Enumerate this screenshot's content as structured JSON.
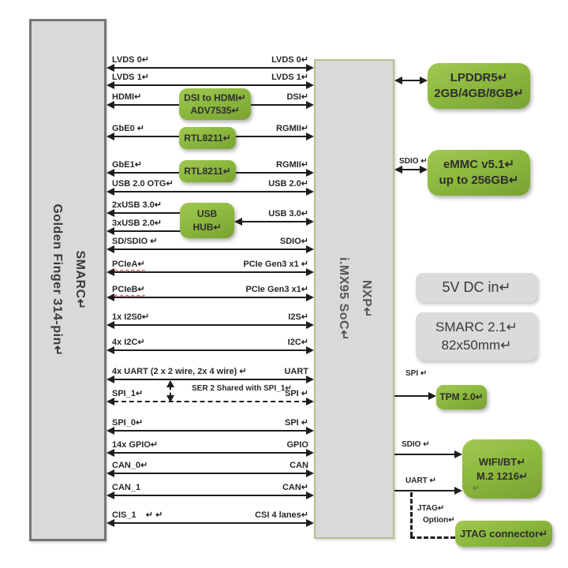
{
  "smarc_box": {
    "line1": "SMARC↵",
    "line2": "Golden Finger 314-pin↵"
  },
  "soc_box": {
    "line1": "NXP↵",
    "line2": "i.MX95 SoC↵"
  },
  "rows": [
    {
      "left": "LVDS 0↵",
      "right": "LVDS 0↵"
    },
    {
      "left": "LVDS 1↵",
      "right": "LVDS 1↵"
    },
    {
      "left": "HDMI↵",
      "right": "DSI↵"
    },
    {
      "left": "GbE0 ↵",
      "right": "RGMII↵"
    },
    {
      "left": "GbE1↵",
      "right": "RGMII↵"
    },
    {
      "left": "USB 2.0 OTG↵",
      "right": "USB 2.0↵"
    },
    {
      "left": "2xUSB 3.0↵",
      "right": ""
    },
    {
      "left": "3xUSB 2.0↵",
      "right": ""
    },
    {
      "left": "",
      "right": "USB 3.0↵"
    },
    {
      "left": "SD/SDIO ↵",
      "right": "SDIO↵"
    },
    {
      "left": "PCIeA↵",
      "right": "PCIe Gen3 x1 ↵"
    },
    {
      "left": "PCIeB↵",
      "right": "PCIe Gen3 x1↵"
    },
    {
      "left": "1x I2S0↵",
      "right": "I2S↵"
    },
    {
      "left": "4x I2C↵",
      "right": "I2C↵"
    },
    {
      "left": "4x UART (2 x 2 wire, 2x 4 wire) ↵",
      "right": "UART"
    },
    {
      "left": "SPI_1↵",
      "right": "SPI ↵"
    },
    {
      "left": "SPI_0↵",
      "right": "SPI ↵"
    },
    {
      "left": "14x GPIO↵",
      "right": "GPIO"
    },
    {
      "left": "CAN_0↵",
      "right": "CAN"
    },
    {
      "left": "CAN_1",
      "right": "CAN↵"
    },
    {
      "left": "CIS_1    ↵ ↵",
      "right": "CSI 4 lanes↵"
    }
  ],
  "mid_boxes": {
    "adv7535": {
      "line1": "DSI to HDMI↵",
      "line2": "ADV7535↵"
    },
    "rtl8211_a": {
      "label": "RTL8211↵"
    },
    "rtl8211_b": {
      "label": "RTL8211↵"
    },
    "usb_hub": {
      "line1": "USB",
      "line2": "HUB↵"
    }
  },
  "ser2_note": "SER 2 Shared with SPI_1↵",
  "right_column": {
    "lpddr5": {
      "line1": "LPDDR5↵",
      "line2": "2GB/4GB/8GB↵"
    },
    "emmc": {
      "line1": "eMMC v5.1↵",
      "line2": "up to 256GB↵",
      "bus": "SDIO ↵"
    },
    "power": {
      "label": "5V DC in↵"
    },
    "form_factor": {
      "line1": "SMARC 2.1↵",
      "line2": "82x50mm↵"
    },
    "tpm": {
      "label": "TPM 2.0↵",
      "bus": "SPI ↵"
    },
    "wifi": {
      "line1": "WIFI/BT↵",
      "line2": "M.2 1216↵",
      "line3": "↵",
      "bus_sdio": "SDIO ↵",
      "bus_uart": "UART ↵"
    },
    "jtag": {
      "label": "JTAG connector↵",
      "option_line1": "JTAG↵",
      "option_line2": "Option↵"
    }
  },
  "colors": {
    "green": "#8cb93e",
    "panel_gray": "#d9d9d9",
    "box_gray": "#dbdbdb",
    "line": "#1d1d1d",
    "misspell_red": "#d03131"
  }
}
